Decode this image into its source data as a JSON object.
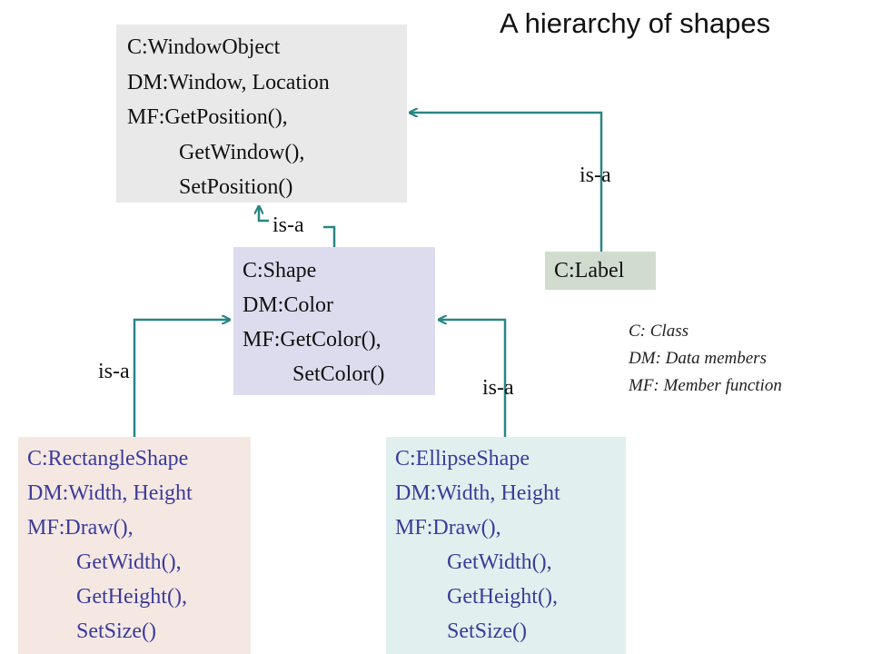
{
  "title": "A hierarchy of shapes",
  "colors": {
    "connector": "#2a8585"
  },
  "boxes": {
    "window": [
      "C:WindowObject",
      "DM:Window, Location",
      "MF:GetPosition(),",
      "GetWindow(),",
      "SetPosition()"
    ],
    "shape": [
      "C:Shape",
      "DM:Color",
      "MF:GetColor(),",
      "SetColor()"
    ],
    "label": [
      "C:Label"
    ],
    "rect": [
      "C:RectangleShape",
      "DM:Width, Height",
      "MF:Draw(),",
      "GetWidth(),",
      "GetHeight(),",
      "SetSize()"
    ],
    "ellipse": [
      "C:EllipseShape",
      "DM:Width, Height",
      "MF:Draw(),",
      "GetWidth(),",
      "GetHeight(),",
      "SetSize()"
    ]
  },
  "relations": {
    "label_to_window": "is-a",
    "shape_to_window": "is-a",
    "rect_to_shape": "is-a",
    "ellipse_to_shape": "is-a"
  },
  "legend": [
    "C: Class",
    "DM: Data members",
    "MF: Member function"
  ]
}
